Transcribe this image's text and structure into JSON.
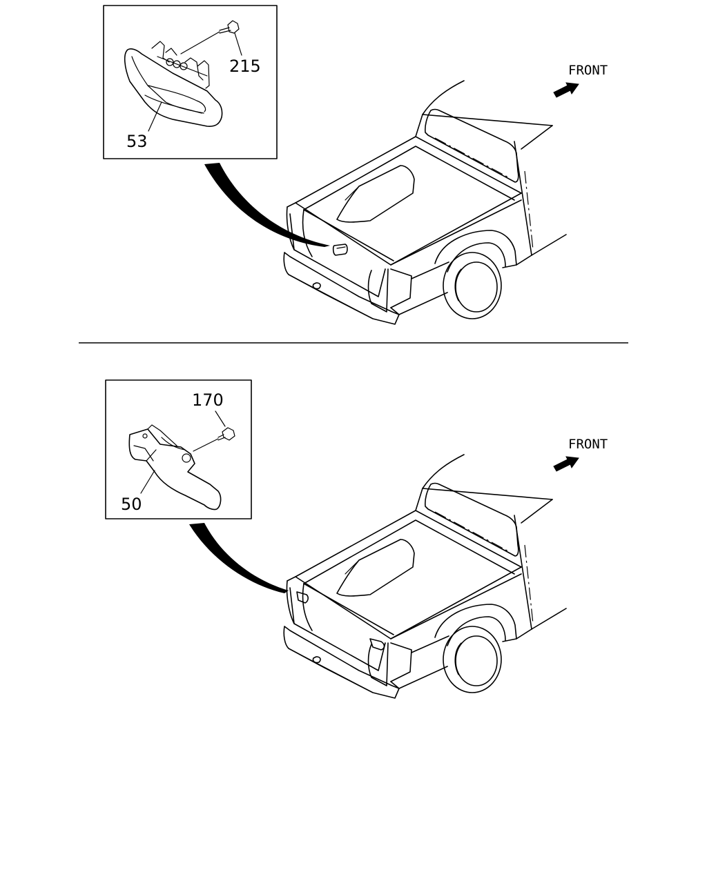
{
  "top_diagram": {
    "callouts": [
      {
        "number": "215",
        "part": "screw"
      },
      {
        "number": "53",
        "part": "tailgate-handle"
      }
    ],
    "direction_label": "FRONT"
  },
  "bottom_diagram": {
    "callouts": [
      {
        "number": "170",
        "part": "bolt"
      },
      {
        "number": "50",
        "part": "tailgate-handle-lever"
      }
    ],
    "direction_label": "FRONT"
  },
  "icons": {
    "arrow": "front-arrow-icon"
  }
}
